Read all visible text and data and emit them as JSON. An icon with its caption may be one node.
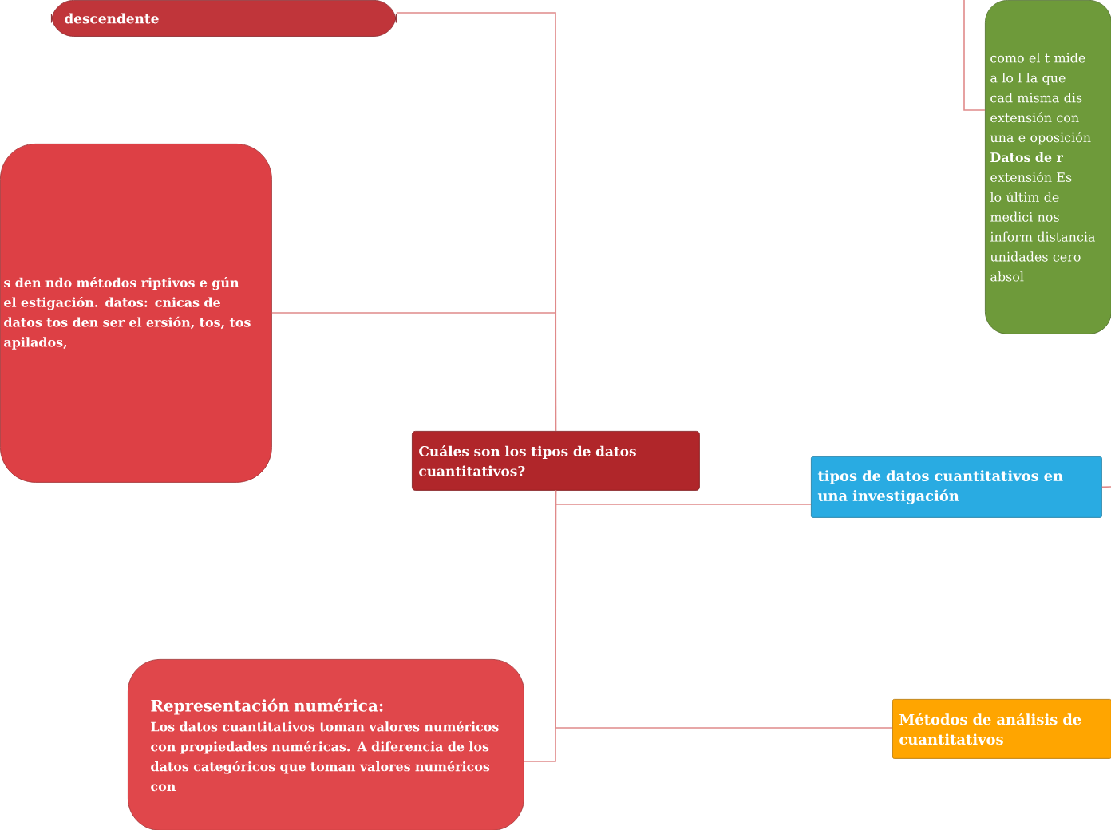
{
  "diagram": {
    "nodes": [
      {
        "text": [
          "Cuáles son los tipos de datos cuantitativos?"
        ]
      },
      {
        "text": [
          "descendente"
        ]
      },
      {
        "text": [
          "s den ndo métodos riptivos e gún el estigación. datos: cnicas de datos tos den ser el ersión, tos, tos apilados,"
        ]
      },
      {
        "text": [
          "Representación numérica:",
          "Los datos cuantitativos toman valores numéricos con propiedades numéricas. A diferencia de los datos categóricos que toman valores numéricos con"
        ]
      },
      {
        "text": [
          "tipos de datos cuantitativos en una  investigación"
        ]
      },
      {
        "text": [
          "Métodos de análisis de cuantitativos"
        ]
      },
      {
        "text": [
          "como el t mide a lo l la que cad misma dis extensión con una e oposición **Datos de r** extensión Es lo últim de medici nos inform distancia unidades cero absol"
        ]
      }
    ],
    "edges": [
      {
        "from": 0,
        "to": 1,
        "arrow": "none"
      },
      {
        "from": 0,
        "to": 2,
        "arrow": "none"
      },
      {
        "from": 0,
        "to": 4,
        "arrow": "none"
      },
      {
        "from": 0,
        "to": 5,
        "arrow": "none"
      },
      {
        "from": 0,
        "to": 3,
        "arrow": "none"
      },
      {
        "from": 4,
        "to": null,
        "arrow": "none"
      },
      {
        "from": null,
        "to": 6,
        "arrow": "none"
      }
    ]
  }
}
